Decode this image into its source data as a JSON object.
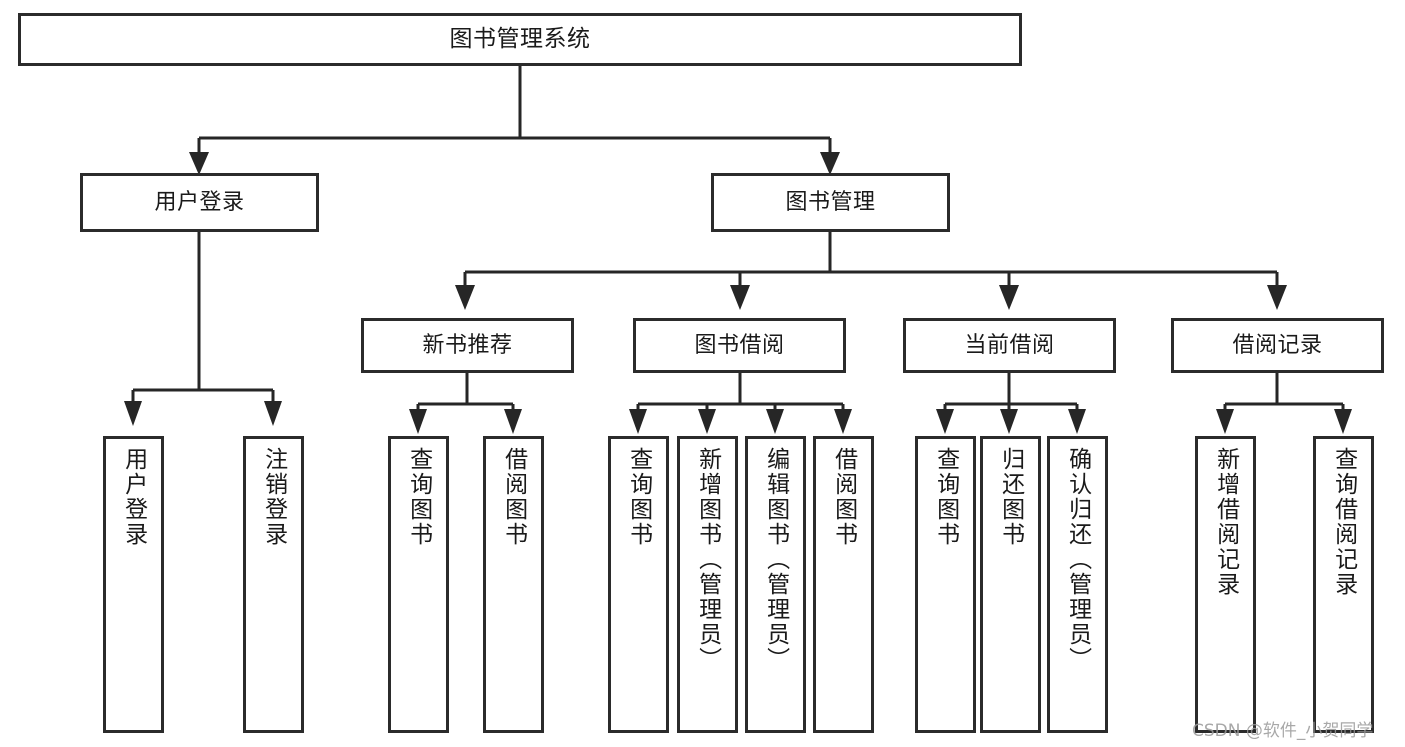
{
  "diagram": {
    "title": "图书管理系统",
    "type": "功能结构图",
    "watermark": "CSDN @软件_小贺同学",
    "colors": {
      "box_border": "#2b2b2b",
      "box_fill": "#ffffff",
      "connector": "#262626",
      "text": "#1a1a1a",
      "watermark": "#9a9a9a",
      "background": "#ffffff"
    },
    "root": {
      "id": "root",
      "label": "图书管理系统"
    },
    "level1": [
      {
        "id": "l1-0",
        "label": "用户登录"
      },
      {
        "id": "l1-1",
        "label": "图书管理"
      }
    ],
    "level2": [
      {
        "id": "l2-0",
        "label": "新书推荐",
        "parent": "图书管理"
      },
      {
        "id": "l2-1",
        "label": "图书借阅",
        "parent": "图书管理"
      },
      {
        "id": "l2-2",
        "label": "当前借阅",
        "parent": "图书管理"
      },
      {
        "id": "l2-3",
        "label": "借阅记录",
        "parent": "图书管理"
      }
    ],
    "leaves": [
      {
        "id": "leaf-0",
        "label": "用户登录",
        "parent": "用户登录"
      },
      {
        "id": "leaf-1",
        "label": "注销登录",
        "parent": "用户登录"
      },
      {
        "id": "leaf-2",
        "label": "查询图书",
        "parent": "新书推荐"
      },
      {
        "id": "leaf-3",
        "label": "借阅图书",
        "parent": "新书推荐"
      },
      {
        "id": "leaf-4",
        "label": "查询图书",
        "parent": "图书借阅"
      },
      {
        "id": "leaf-5",
        "label": "新增图书（管理员）",
        "parent": "图书借阅"
      },
      {
        "id": "leaf-6",
        "label": "编辑图书（管理员）",
        "parent": "图书借阅"
      },
      {
        "id": "leaf-7",
        "label": "借阅图书",
        "parent": "图书借阅"
      },
      {
        "id": "leaf-8",
        "label": "查询图书",
        "parent": "当前借阅"
      },
      {
        "id": "leaf-9",
        "label": "归还图书",
        "parent": "当前借阅"
      },
      {
        "id": "leaf-10",
        "label": "确认归还（管理员）",
        "parent": "当前借阅"
      },
      {
        "id": "leaf-11",
        "label": "新增借阅记录",
        "parent": "借阅记录"
      },
      {
        "id": "leaf-12",
        "label": "查询借阅记录",
        "parent": "借阅记录"
      }
    ]
  }
}
